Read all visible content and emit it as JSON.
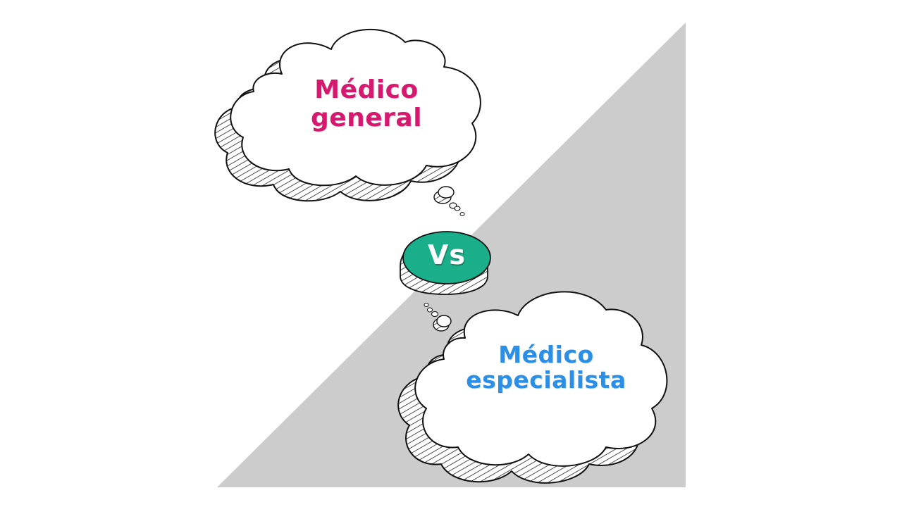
{
  "top_cloud": {
    "line1": "Médico",
    "line2": "general",
    "color": "#d6186f"
  },
  "vs_badge": {
    "label": "Vs",
    "color": "#1aae8a"
  },
  "bottom_cloud": {
    "line1": "Médico",
    "line2": "especialista",
    "color": "#2a8fe6"
  },
  "background": {
    "triangle_color": "#cccccc"
  }
}
